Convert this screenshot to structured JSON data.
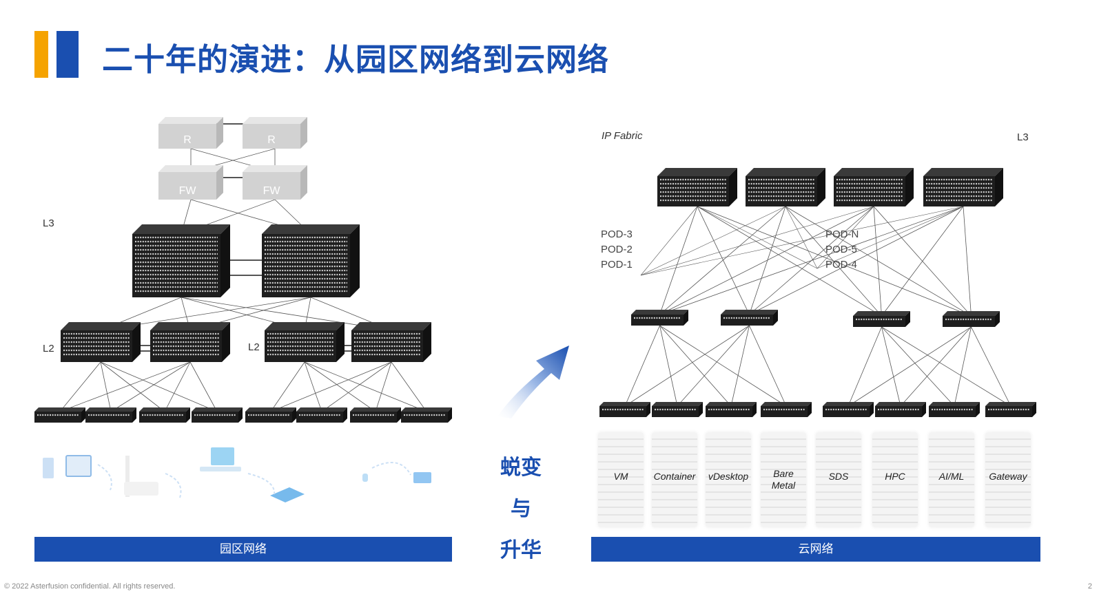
{
  "title": "二十年的演进：从园区网络到云网络",
  "campus": {
    "router_label": "R",
    "firewall_label": "FW",
    "layer3_label": "L3",
    "layer2_label": "L2",
    "footer_label": "园区网络"
  },
  "cloud": {
    "fabric_label": "IP Fabric",
    "layer3_label": "L3",
    "pods_left": [
      "POD-3",
      "POD-2",
      "POD-1"
    ],
    "pods_right": [
      "POD-N",
      "POD-5",
      "POD-4"
    ],
    "servers": [
      {
        "label": "VM"
      },
      {
        "label": "Container"
      },
      {
        "label": "vDesktop"
      },
      {
        "label": "Bare\nMetal"
      },
      {
        "label": "SDS"
      },
      {
        "label": "HPC"
      },
      {
        "label": "AI/ML"
      },
      {
        "label": "Gateway"
      }
    ],
    "footer_label": "云网络"
  },
  "transition": {
    "line1": "蜕变",
    "line2": "与",
    "line3": "升华"
  },
  "colors": {
    "brand_blue": "#1a4fb0",
    "accent_orange": "#f5a300",
    "device_dark": "#1e1e1e",
    "device_gray": "#d2d2d2"
  },
  "footer": {
    "copyright": "© 2022 Asterfusion confidential. All rights reserved.",
    "page_number": "2"
  }
}
